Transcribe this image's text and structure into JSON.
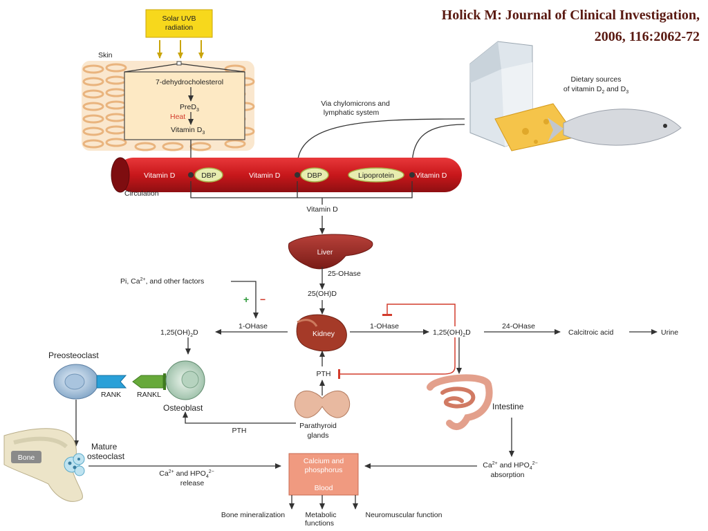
{
  "citation": {
    "line1": "Holick M: Journal of Clinical Investigation,",
    "line2": "2006, 116:2062-72"
  },
  "labels": {
    "solar_line1": "Solar UVB",
    "solar_line2": "radiation",
    "skin": "Skin",
    "dehydro": "7-dehydrocholesterol",
    "pred3": "PreD",
    "pred3_sub": "3",
    "heat": "Heat",
    "vitd3": "Vitamin D",
    "vitd3_sub": "3",
    "via_line1": "Via chylomicrons and",
    "via_line2": "lymphatic system",
    "dietary_line1": "Dietary sources",
    "dietary_line2a": "of vitamin D",
    "dietary_sub2": "2",
    "dietary_and": " and D",
    "dietary_sub3": "3",
    "vitd_left": "Vitamin D",
    "dbp1": "DBP",
    "vitd_mid": "Vitamin D",
    "dbp2": "DBP",
    "lipoprotein": "Lipoprotein",
    "vitd_right": "Vitamin D",
    "circulation": "Circulation",
    "vitd_below": "Vitamin D",
    "liver": "Liver",
    "ohase25": "25-OHase",
    "oh25d": "25(OH)D",
    "pi_ca_a": "Pi, Ca",
    "pi_ca_sup": "2+",
    "pi_ca_b": ", and other factors",
    "plus": "+",
    "minus": "−",
    "ohase1_left": "1-OHase",
    "oh125_left_a": "1,25(OH)",
    "oh125_left_sub": "2",
    "oh125_left_b": "D",
    "kidney": "Kidney",
    "ohase1_right": "1-OHase",
    "oh125_right_a": "1,25(OH)",
    "oh125_right_sub": "2",
    "oh125_right_b": "D",
    "ohase24": "24-OHase",
    "calcitroic": "Calcitroic acid",
    "urine": "Urine",
    "preosteoclast": "Preosteoclast",
    "rank": "RANK",
    "rankl": "RANKL",
    "osteoblast": "Osteoblast",
    "pth_upper": "PTH",
    "parathyroid_line1": "Parathyroid",
    "parathyroid_line2": "glands",
    "pth_lower": "PTH",
    "intestine": "Intestine",
    "mature_line1": "Mature",
    "mature_line2": "osteoclast",
    "bone": "Bone",
    "ca_release_a": "Ca",
    "ca_release_sup": "2+",
    "ca_release_b": " and HPO",
    "ca_release_sub": "4",
    "ca_release_sup2": "2−",
    "release": "release",
    "ca_abs_a": "Ca",
    "ca_abs_sup": "2+",
    "ca_abs_b": " and HPO",
    "ca_abs_sub": "4",
    "ca_abs_sup2": "2−",
    "absorption": "absorption",
    "calcium_line1": "Calcium and",
    "calcium_line2": "phosphorus",
    "blood": "Blood",
    "bone_min": "Bone mineralization",
    "metabolic_line1": "Metabolic",
    "metabolic_line2": "functions",
    "neuromuscular": "Neuromuscular function"
  },
  "colors": {
    "vessel": "#c8171b",
    "solar_box": "#f7d81c",
    "skin_box": "#fde9c4",
    "liver": "#9a2a22",
    "kidney": "#a53a28",
    "blood_box": "#f09a80",
    "inhibit": "#d23b2c",
    "activate": "#2e9a3a",
    "cite": "#5a1a12"
  }
}
